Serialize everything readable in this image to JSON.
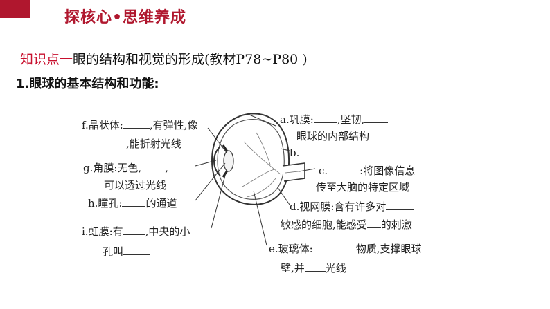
{
  "header": {
    "title": "探核心•思维养成",
    "accent_color": "#b0172e"
  },
  "knowledge_point": {
    "prefix": "知识点一",
    "text": "眼的结构和视觉的形成(教材P78~P80 )"
  },
  "subheading": "1.眼球的基本结构和功能:",
  "labels": {
    "f": {
      "a": "f.晶状体:",
      "b": ",有弹性,像",
      "c": ",能折射光线"
    },
    "g": {
      "a": "g.角膜:无色,",
      "b": ",",
      "c": "可以透过光线"
    },
    "h": {
      "a": "h.瞳孔:",
      "b": "的通道"
    },
    "i": {
      "a": "i.虹膜:有",
      "b": ",中央的小",
      "c": "孔叫"
    },
    "a": {
      "a": "a.巩膜:",
      "b": ",坚韧,",
      "c": "眼球的内部结构"
    },
    "b": {
      "a": "b."
    },
    "c": {
      "a": "c.",
      "b": ":将图像信息",
      "c": "传至大脑的特定区域"
    },
    "d": {
      "a": "d.视网膜:含有许多对",
      "b": "敏感的细胞,能感受",
      "c": "的刺激"
    },
    "e": {
      "a": "e.玻璃体:",
      "b": "物质,支撑眼球",
      "c": "壁,并",
      "d": "光线"
    }
  }
}
